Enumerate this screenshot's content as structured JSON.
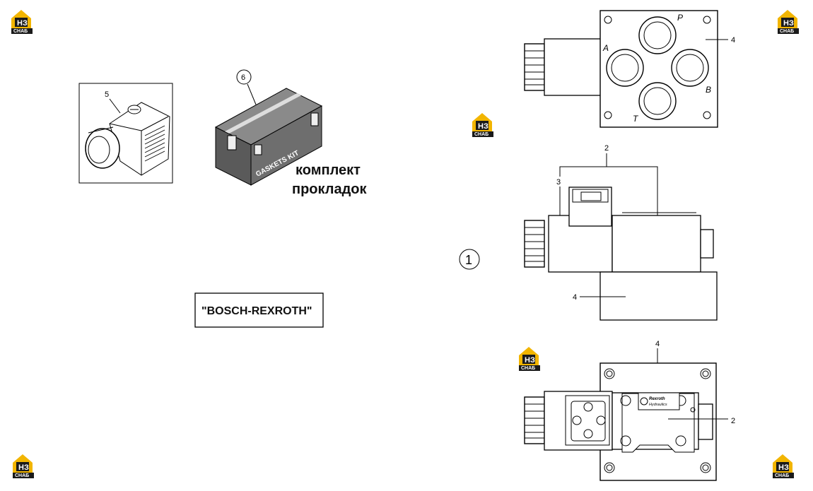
{
  "logo": {
    "mark": "НЗ",
    "word": "СНАБ"
  },
  "callouts": {
    "c1": "1",
    "c2": "2",
    "c3": "3",
    "c4": "4",
    "c5": "5",
    "c6": "6"
  },
  "ports": {
    "p": "P",
    "a": "A",
    "b": "B",
    "t": "T"
  },
  "kit": {
    "box_text": "GASKETS KIT",
    "caption_line1": "комплект",
    "caption_line2": "прокладок"
  },
  "brand_box": "\"BOSCH-REXROTH\"",
  "plate": {
    "line1": "Rexroth",
    "line2": "Hydraulics"
  }
}
